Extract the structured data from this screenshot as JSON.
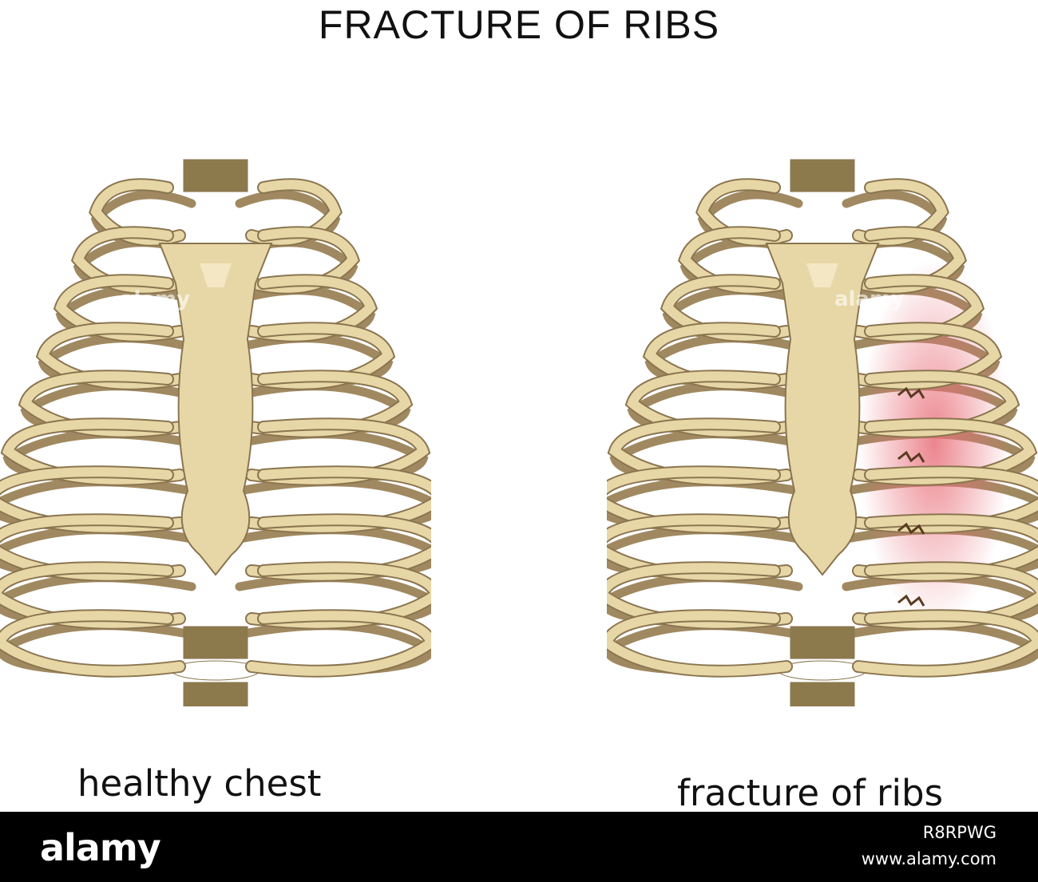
{
  "title": "FRACTURE OF RIBS",
  "panels": [
    {
      "label": "healthy chest",
      "fractured": false
    },
    {
      "label": "fracture of ribs",
      "fractured": true
    }
  ],
  "watermark": "alamy",
  "footer": {
    "logo": "alamy",
    "image_id": "R8RPWG",
    "site": "www.alamy.com"
  },
  "colors": {
    "bone": "#e8d7a6",
    "bone_outline": "#8a7550",
    "bone_shadow": "#a08960",
    "vertebra": "#8c7a4c",
    "injury": "#e8707a",
    "footer_bg": "#000000"
  }
}
